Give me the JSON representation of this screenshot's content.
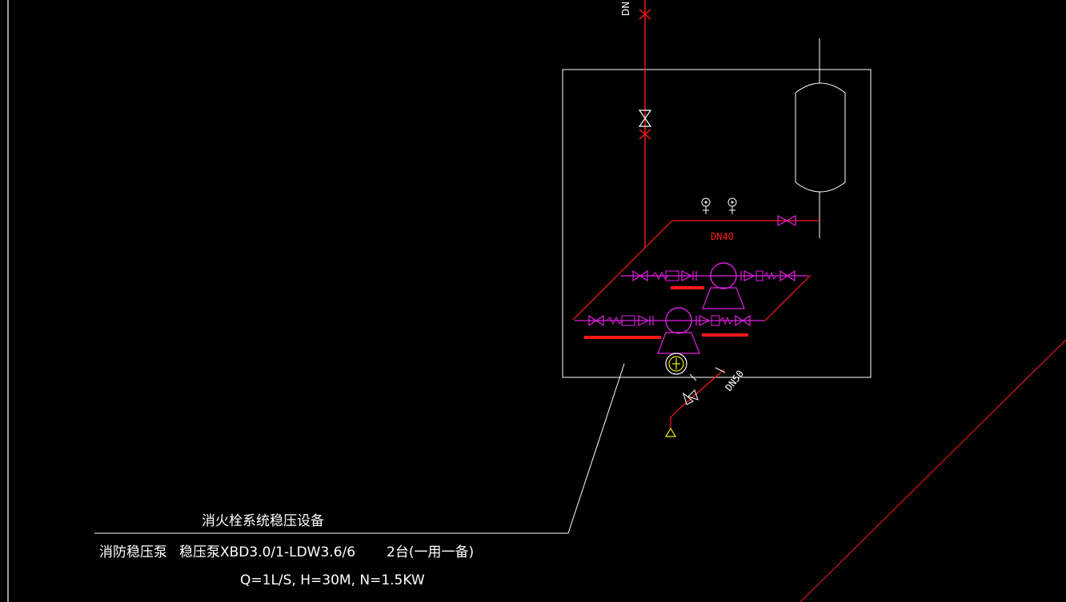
{
  "labels": {
    "pipe_dn_top": "DN",
    "pipe_dn40": "DN40",
    "pipe_dn50": "DN50"
  },
  "note": {
    "title": "消火栓系统稳压设备",
    "line1_a": "消防稳压泵",
    "line1_b": "稳压泵XBD3.0/1-LDW3.6/6",
    "line1_c": "2台(一用一备)",
    "line2": "Q=1L/S, H=30M, N=1.5KW"
  },
  "colors": {
    "background": "#000000",
    "pipe": "#ff1a1a",
    "equipment": "#e020e0",
    "outline": "#ffffff",
    "text": "#ffffff",
    "accent_fill": "#ff1a1a",
    "gauge": "#f0f000"
  }
}
